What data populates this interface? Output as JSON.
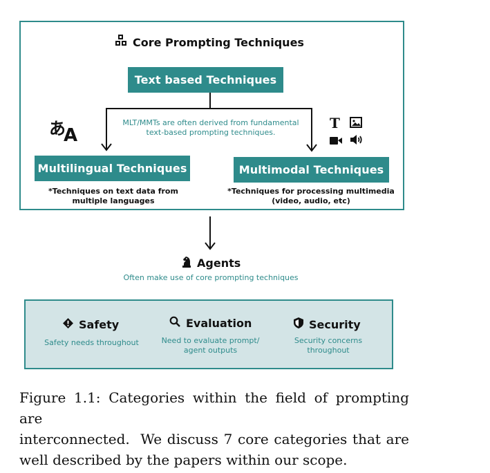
{
  "core": {
    "title": "Core Prompting Techniques",
    "icon": "puzzle-blocks-icon",
    "text_based": "Text based Techniques",
    "derived_note_line1": "MLT/MMTs are often derived from fundamental",
    "derived_note_line2": "text-based prompting techniques.",
    "multilingual": {
      "label": "Multilingual Techniques",
      "note_line1": "*Techniques on text data from",
      "note_line2": "multiple languages",
      "icon": "language-translate-icon",
      "icon_glyph_a": "あ",
      "icon_glyph_b": "A"
    },
    "multimodal": {
      "label": "Multimodal Techniques",
      "note_line1": "*Techniques for processing multimedia",
      "note_line2": "(video, audio, etc)",
      "icons": [
        "text-icon",
        "image-icon",
        "video-icon",
        "audio-icon"
      ],
      "text_glyph": "T"
    }
  },
  "agents": {
    "title": "Agents",
    "icon": "chess-knight-icon",
    "note": "Often make use of core prompting techniques"
  },
  "concerns": [
    {
      "title": "Safety",
      "icon": "warning-diamond-icon",
      "note_line1": "Safety needs throughout",
      "note_line2": ""
    },
    {
      "title": "Evaluation",
      "icon": "search-icon",
      "note_line1": "Need to evaluate prompt/",
      "note_line2": "agent outputs"
    },
    {
      "title": "Security",
      "icon": "shield-icon",
      "note_line1": "Security concerns",
      "note_line2": "throughout"
    }
  ],
  "caption": {
    "line1": "Figure 1.1: Categories within the field of prompting are",
    "line2": "interconnected.  We discuss 7 core categories that are",
    "line3": "well described by the papers within our scope."
  },
  "colors": {
    "teal": "#2e8b8b",
    "panel": "#d3e4e6"
  }
}
